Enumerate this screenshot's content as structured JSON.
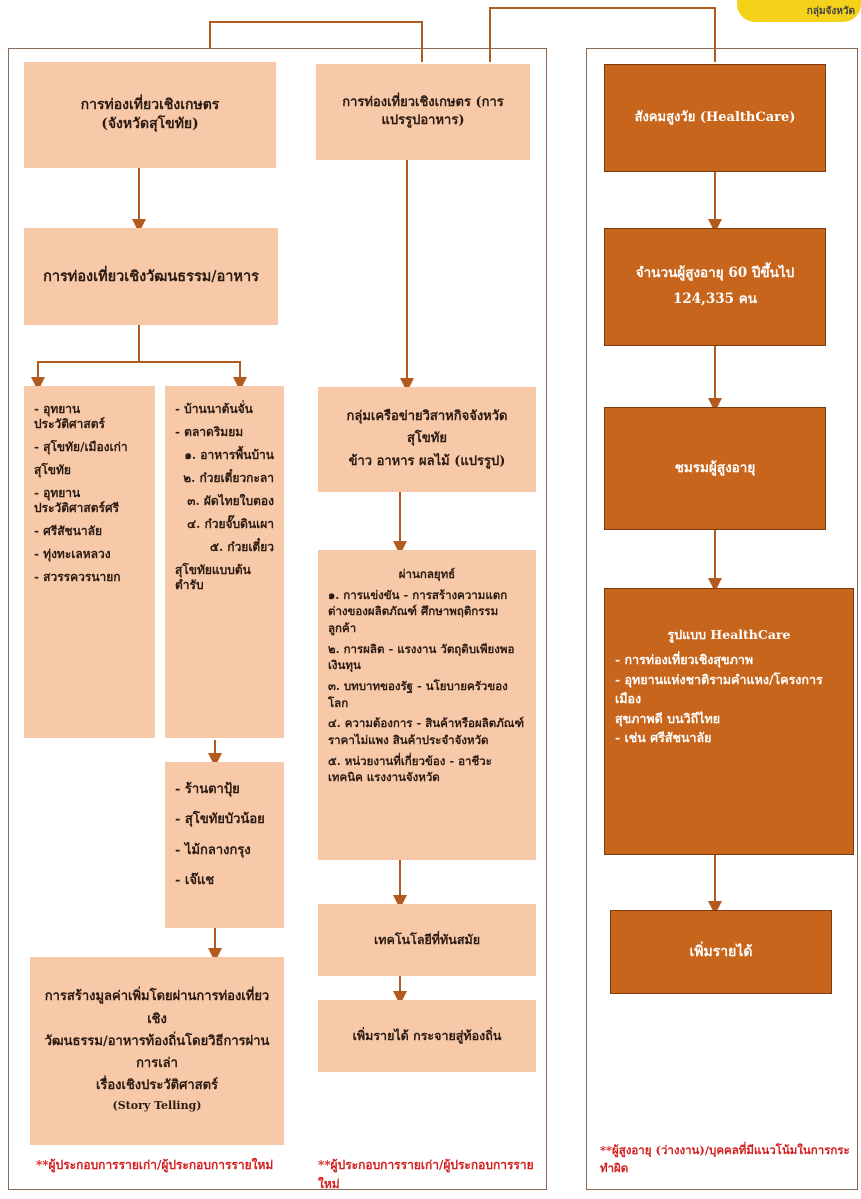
{
  "left_column": {
    "box_agri_sukhothai": [
      "การท่องเที่ยวเชิงเกษตร",
      "(จังหวัดสุโขทัย)"
    ],
    "box_culture_food": "การท่องเที่ยวเชิงวัฒนธรรม/อาหาร",
    "list_history": [
      "- อุทยานประวัติศาสตร์",
      "- สุโขทัย/เมืองเก่า",
      "สุโขทัย",
      "- อุทยานประวัติศาสตร์ศรี",
      "- ศรีสัชนาลัย",
      "- ทุ่งทะเลหลวง",
      "- สวรรควรนายก"
    ],
    "list_homestay": [
      "- บ้านนาต้นจั่น",
      "- ตลาดริมยม",
      "๑. อาหารพื้นบ้าน",
      "๒. ก๋วยเตี๋ยวกะลา",
      "๓. ผัดไทยใบตอง",
      "๔. ก๋วยจั๊บดินเผา",
      "๕. ก๋วยเตี๋ยว",
      "สุโขทัยแบบต้นตำรับ"
    ],
    "list_shops": [
      "- ร้านตาปุ้ย",
      "- สุโขทัยบัวน้อย",
      "- ไม้กลางกรุง",
      "- เจ๊แช"
    ],
    "box_story": [
      "การสร้างมูลค่าเพิ่มโดยผ่านการท่องเที่ยวเชิง",
      "วัฒนธรรม/อาหารท้องถิ่นโดยวิธีการผ่านการเล่า",
      "เรื่องเชิงประวัติศาสตร์",
      "(Story Telling)"
    ],
    "note": "**ผู้ประกอบการรายเก่า/ผู้ประกอบการรายใหม่"
  },
  "middle_column": {
    "box_agri_processing": "การท่องเที่ยวเชิงเกษตร (การแปรรูปอาหาร)",
    "box_network": [
      "กลุ่มเครือข่ายวิสาหกิจจังหวัดสุโขทัย",
      "ข้าว อาหาร ผลไม้ (แปรรูป)"
    ],
    "strategy_title": "ผ่านกลยุทธ์",
    "strategy_items": [
      "๑. การแข่งขัน - การสร้างความแตกต่างของผลิตภัณฑ์ ศึกษาพฤติกรรมลูกค้า",
      "๒. การผลิต - แรงงาน วัตถุดิบเพียงพอ เงินทุน",
      "๓. บทบาทของรัฐ - นโยบายครัวของโลก",
      "๔. ความต้องการ - สินค้าหรือผลิตภัณฑ์ราคาไม่แพง สินค้าประจำจังหวัด",
      "๕. หน่วยงานที่เกี่ยวข้อง - อาชีวะ เทคนิค แรงงานจังหวัด"
    ],
    "box_tech": "เทคโนโลยีที่ทันสมัย",
    "box_income": "เพิ่มรายได้ กระจายสู่ท้องถิ่น",
    "note": "**ผู้ประกอบการรายเก่า/ผู้ประกอบการรายใหม่"
  },
  "right_column": {
    "box_aging": "สังคมสูงวัย (HealthCare)",
    "box_elderly": [
      "จำนวนผู้สูงอายุ 60 ปีขึ้นไป",
      "124,335 คน"
    ],
    "box_club": "ชมรมผู้สูงอายุ",
    "hc_title": "รูปแบบ HealthCare",
    "hc_items": [
      "- การท่องเที่ยวเชิงสุขภาพ",
      "- อุทยานแห่งชาติรามคำแหง/โครงการเมือง",
      "สุขภาพดี บนวิถีไทย",
      "- เช่น ศรีสัชนาลัย"
    ],
    "box_income": "เพิ่มรายได้",
    "note": "**ผู้สูงอายุ (ว่างงาน)/บุคคลที่มีแนวโน้มในการกระทำผิด"
  },
  "logo": {
    "text": "กลุ่มจังหวัด"
  },
  "colors": {
    "light": "#f7c9a8",
    "dark": "#c8651c",
    "arrow": "#b35a1e",
    "note": "#d21e1e"
  }
}
